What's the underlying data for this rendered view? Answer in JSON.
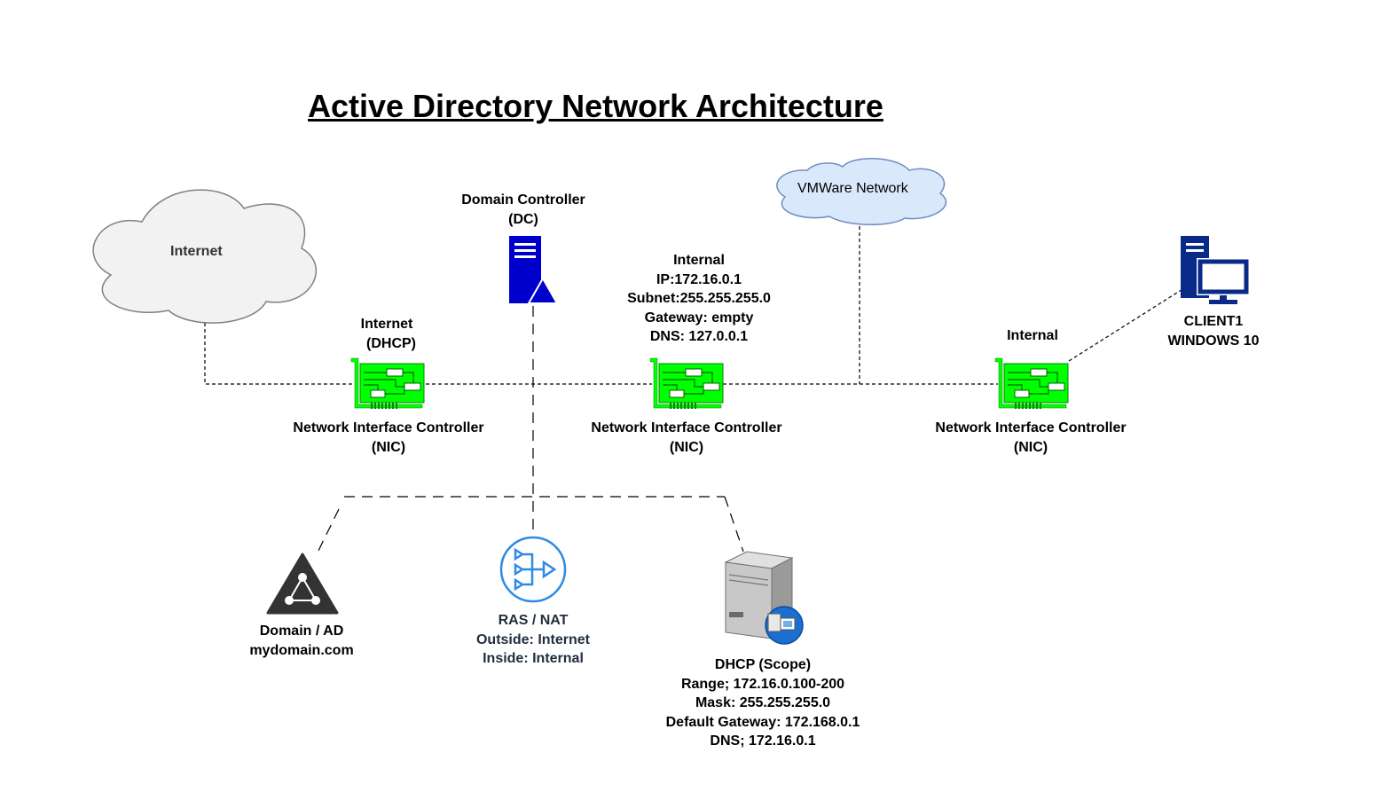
{
  "title": "Active Directory Network Architecture",
  "clouds": {
    "internet": "Internet",
    "vmware": "VMWare Network"
  },
  "domain_controller": {
    "line1": "Domain Controller",
    "line2": "(DC)"
  },
  "nic_left": {
    "top_line1": "Internet",
    "top_line2": "(DHCP)",
    "bottom_line1": "Network Interface Controller",
    "bottom_line2": "(NIC)"
  },
  "nic_middle": {
    "config": [
      "Internal",
      "IP:172.16.0.1",
      "Subnet:255.255.255.0",
      "Gateway: empty",
      "DNS: 127.0.0.1"
    ],
    "bottom_line1": "Network Interface Controller",
    "bottom_line2": "(NIC)"
  },
  "nic_right": {
    "top_line1": "Internal",
    "bottom_line1": "Network Interface Controller",
    "bottom_line2": "(NIC)"
  },
  "client": {
    "line1": "CLIENT1",
    "line2": "WINDOWS 10"
  },
  "domain_ad": {
    "line1": "Domain / AD",
    "line2": "mydomain.com"
  },
  "ras_nat": {
    "line1": "RAS / NAT",
    "line2": "Outside: Internet",
    "line3": "Inside: Internal"
  },
  "dhcp": {
    "lines": [
      "DHCP (Scope)",
      "Range; 172.16.0.100-200",
      "Mask: 255.255.255.0",
      "Default Gateway: 172.168.0.1",
      "DNS; 172.16.0.1"
    ]
  },
  "colors": {
    "nic_green": "#00ff00",
    "server_blue": "#0000cc",
    "client_blue": "#0a2a8a",
    "ras_blue": "#2e8ae6",
    "cloud_gray": "#f2f2f2",
    "cloud_blue": "#dae8fc",
    "domain_icon": "#333333"
  },
  "icons": {
    "dc": "server-icon",
    "client": "desktop-computer-icon",
    "nic": "network-card-icon",
    "domain": "active-directory-icon",
    "ras": "nat-gateway-icon",
    "dhcp": "dhcp-server-icon"
  }
}
